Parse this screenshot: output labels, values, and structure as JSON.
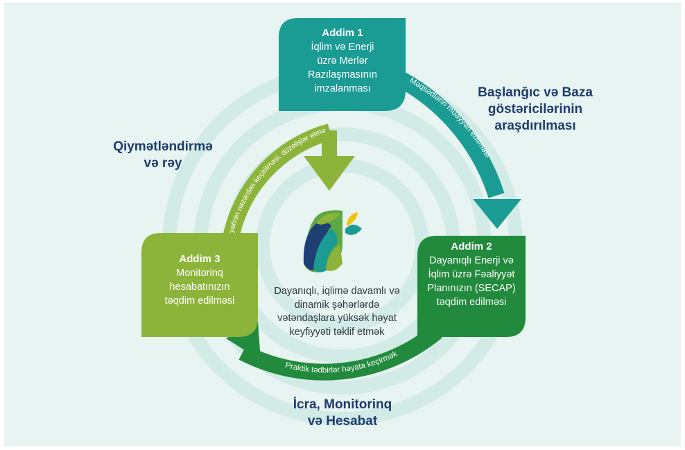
{
  "steps": {
    "step1": {
      "heading": "Addim  1",
      "lines": [
        "İqlim və Enerji",
        "üzrə Merlər",
        "Razılaşmasının",
        "imzalanması"
      ]
    },
    "step2": {
      "heading": "Addim 2",
      "lines": [
        "Dayanıqlı Enerji və",
        "İqlim üzrə Fəaliyyət",
        "Planınızın (SECAP)",
        "təqdim edilməsi"
      ]
    },
    "step3": {
      "heading": "Addim 3",
      "lines": [
        "Monitorinq",
        "hesabatınızın",
        "təqdim edilməsi"
      ]
    }
  },
  "phases": {
    "baseline": [
      "Başlanğıc və Baza",
      "göstəricilərinin",
      "araşdırılması"
    ],
    "evaluation": [
      "Qiymətləndirmə",
      "və rəy"
    ],
    "implementation": [
      "İcra, Monitorinq",
      "və Hesabat"
    ]
  },
  "arcs": {
    "targets": "Məqsədlərin müəyyən edilməsi",
    "practical": "Praktik tədbirlər həyata keçirmək",
    "review": "İcra vəziyyətinin nəzərdən keçirilməsi, düzəlişlər etmə"
  },
  "center_statement": [
    "Dayanıqlı, iqlimə davamlı və",
    "dinamik şəhərlərdə",
    "vətəndaşlara yüksək həyat",
    "keyfiyyəti təklif etmək"
  ],
  "colors": {
    "background": "#e8f4f1",
    "ring": "#d2ebe7",
    "teal": "#1a9b94",
    "green": "#218a3c",
    "olive": "#8db43a",
    "navy": "#1e3a6e"
  }
}
